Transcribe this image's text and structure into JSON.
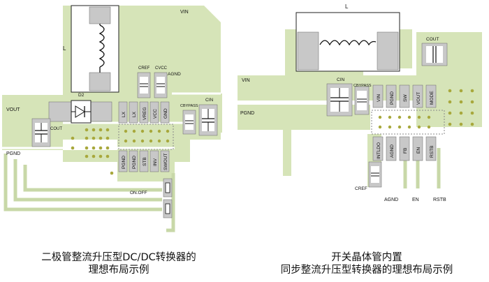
{
  "left_layout": {
    "inductor": "L",
    "vin": "VIN",
    "vout": "VOUT",
    "pgnd": "PGND",
    "agnd": "AGND",
    "diode": "D2",
    "cout": "COUT",
    "cref": "CREF",
    "cvcc": "CVCC",
    "cbypass": "CBYPASS",
    "cin": "CIN",
    "on_off": "ON.OFF",
    "top_pins": [
      "LX",
      "LX",
      "VREG",
      "VCC",
      "GND"
    ],
    "bottom_pins": [
      "PGND",
      "PGND",
      "STB",
      "INV",
      "SWOUT"
    ]
  },
  "right_layout": {
    "inductor": "L",
    "vin": "VIN",
    "cout": "COUT",
    "pgnd": "PGND",
    "cin": "CIN",
    "cbypass": "CBYPASS",
    "cref": "CREF",
    "top_pins": [
      "VIN",
      "PGND",
      "SW",
      "VOUT",
      "MODE"
    ],
    "bottom_pins": [
      "INTLDO",
      "AGND",
      "FB",
      "EN",
      "RSTB"
    ],
    "bottom_labels": [
      "AGND",
      "EN",
      "RSTB"
    ]
  },
  "captions": {
    "left_line1": "二极管整流升压型DC/DC转换器的",
    "left_line2": "理想布局示例",
    "right_line1": "开关晶体管内置",
    "right_line2": "同步整流升压型转换器的理想布局示例"
  },
  "colors": {
    "copper": "#d6e4b8",
    "pad": "#c8c8c8",
    "via": "#a8a83c",
    "trace_stroke": "#9ab070"
  }
}
